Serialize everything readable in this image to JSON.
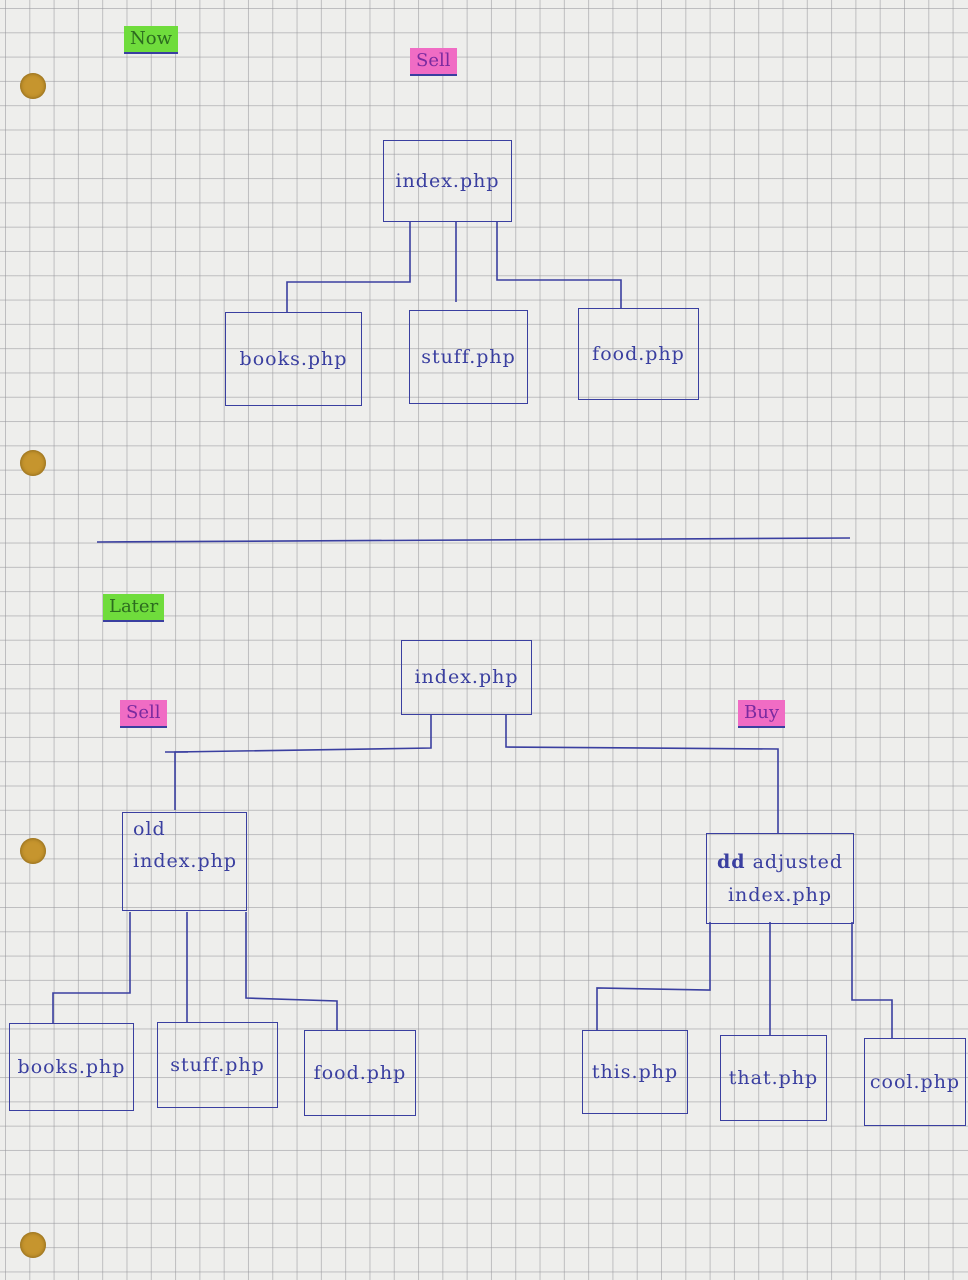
{
  "now_section": {
    "heading": "Now",
    "tag": "Sell",
    "root": "index.php",
    "children": [
      "books.php",
      "stuff.php",
      "food.php"
    ]
  },
  "later_section": {
    "heading": "Later",
    "root": "index.php",
    "sell_branch": {
      "tag": "Sell",
      "node_line1": "old",
      "node_line2": "index.php",
      "children": [
        "books.php",
        "stuff.php",
        "food.php"
      ]
    },
    "buy_branch": {
      "tag": "Buy",
      "node_struck": "dd",
      "node_line1": "adjusted",
      "node_line2": "index.php",
      "children": [
        "this.php",
        "that.php",
        "cool.php"
      ]
    }
  },
  "colors": {
    "ink": "#3a3fa0",
    "green_highlight": "#6fdc3c",
    "pink_highlight": "#f06cc4"
  }
}
